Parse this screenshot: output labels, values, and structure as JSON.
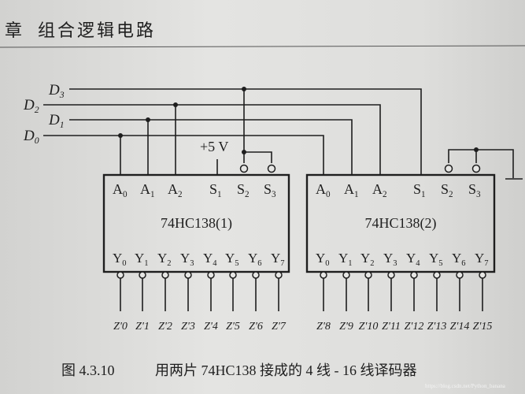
{
  "header": {
    "chapter_char": "章",
    "title": "组合逻辑电路"
  },
  "inputs": [
    "D0",
    "D1",
    "D2",
    "D3"
  ],
  "supply_label": "+5 V",
  "chips": [
    {
      "name": "74HC138(1)",
      "inputs": [
        "A0",
        "A1",
        "A2",
        "S1",
        "S2",
        "S3"
      ],
      "outputs": [
        "Y0",
        "Y1",
        "Y2",
        "Y3",
        "Y4",
        "Y5",
        "Y6",
        "Y7"
      ],
      "output_labels": [
        "Z'0",
        "Z'1",
        "Z'2",
        "Z'3",
        "Z'4",
        "Z'5",
        "Z'6",
        "Z'7"
      ]
    },
    {
      "name": "74HC138(2)",
      "inputs": [
        "A0",
        "A1",
        "A2",
        "S1",
        "S2",
        "S3"
      ],
      "outputs": [
        "Y0",
        "Y1",
        "Y2",
        "Y3",
        "Y4",
        "Y5",
        "Y6",
        "Y7"
      ],
      "output_labels": [
        "Z'8",
        "Z'9",
        "Z'10",
        "Z'11",
        "Z'12",
        "Z'13",
        "Z'14",
        "Z'15"
      ]
    }
  ],
  "caption": {
    "number": "图 4.3.10",
    "text": "用两片 74HC138 接成的 4 线 - 16 线译码器"
  },
  "watermark": "https://blog.csdn.net/Python_banana"
}
